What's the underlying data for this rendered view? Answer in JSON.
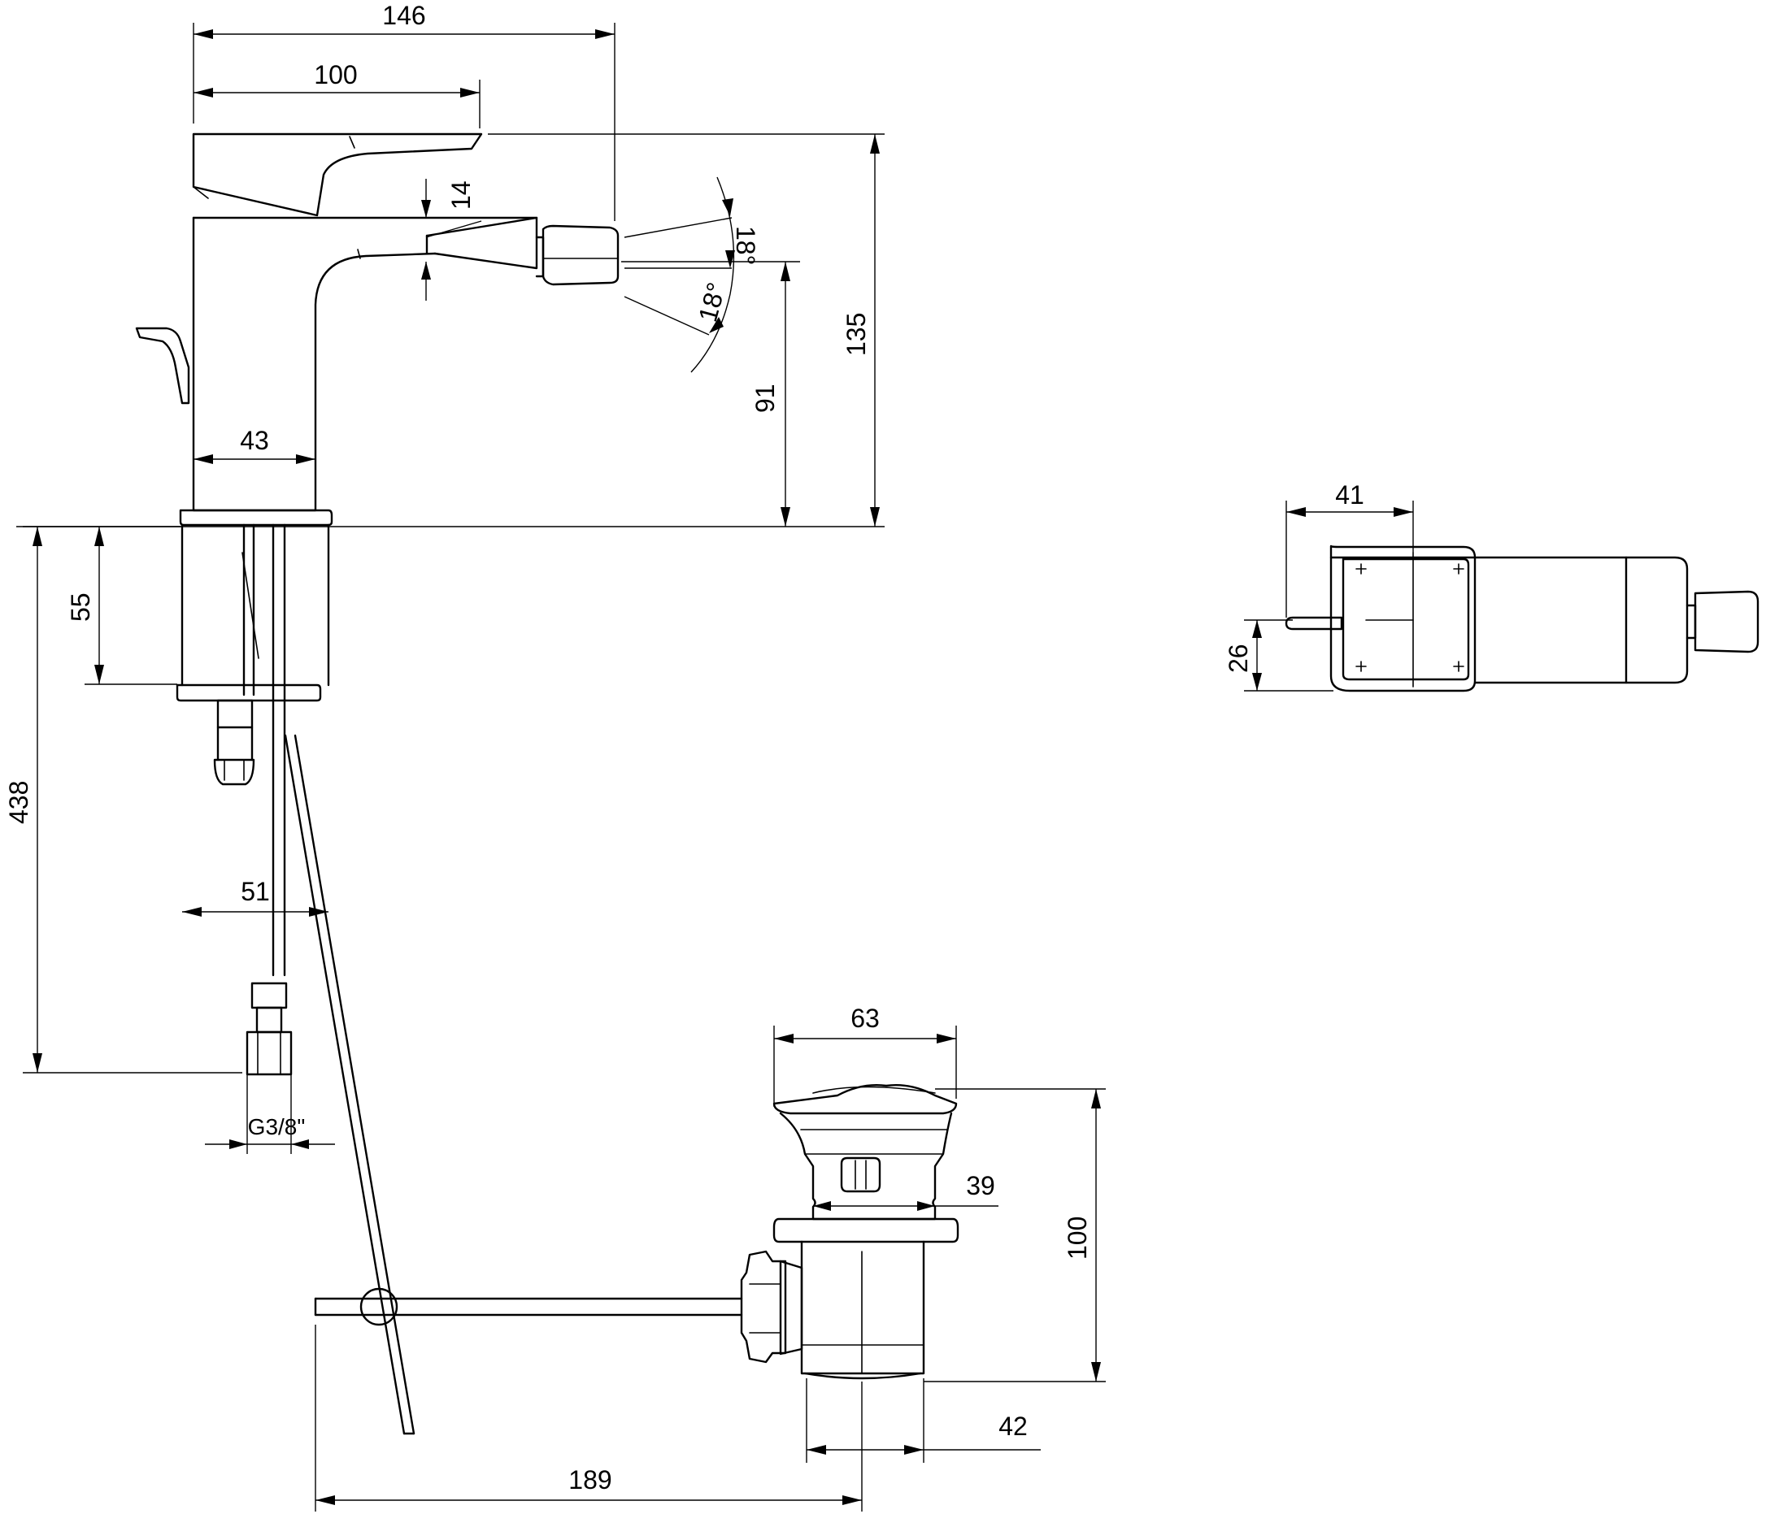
{
  "dimensions": {
    "overall_reach": "146",
    "lever_reach": "100",
    "spout_height_offset": "14",
    "spray_angle_upper": "18°",
    "spray_angle_lower": "18°",
    "outlet_height": "91",
    "overall_height": "135",
    "body_width": "43",
    "deck_to_nut": "55",
    "base_diameter": "51",
    "hose_length": "438",
    "connection_thread": "G3/8\"",
    "top_view_lever_offset": "41",
    "top_view_width": "26",
    "waste_flange_diameter": "63",
    "waste_body_diameter": "39",
    "waste_height": "100",
    "waste_outlet_diameter": "42",
    "rod_length": "189"
  }
}
